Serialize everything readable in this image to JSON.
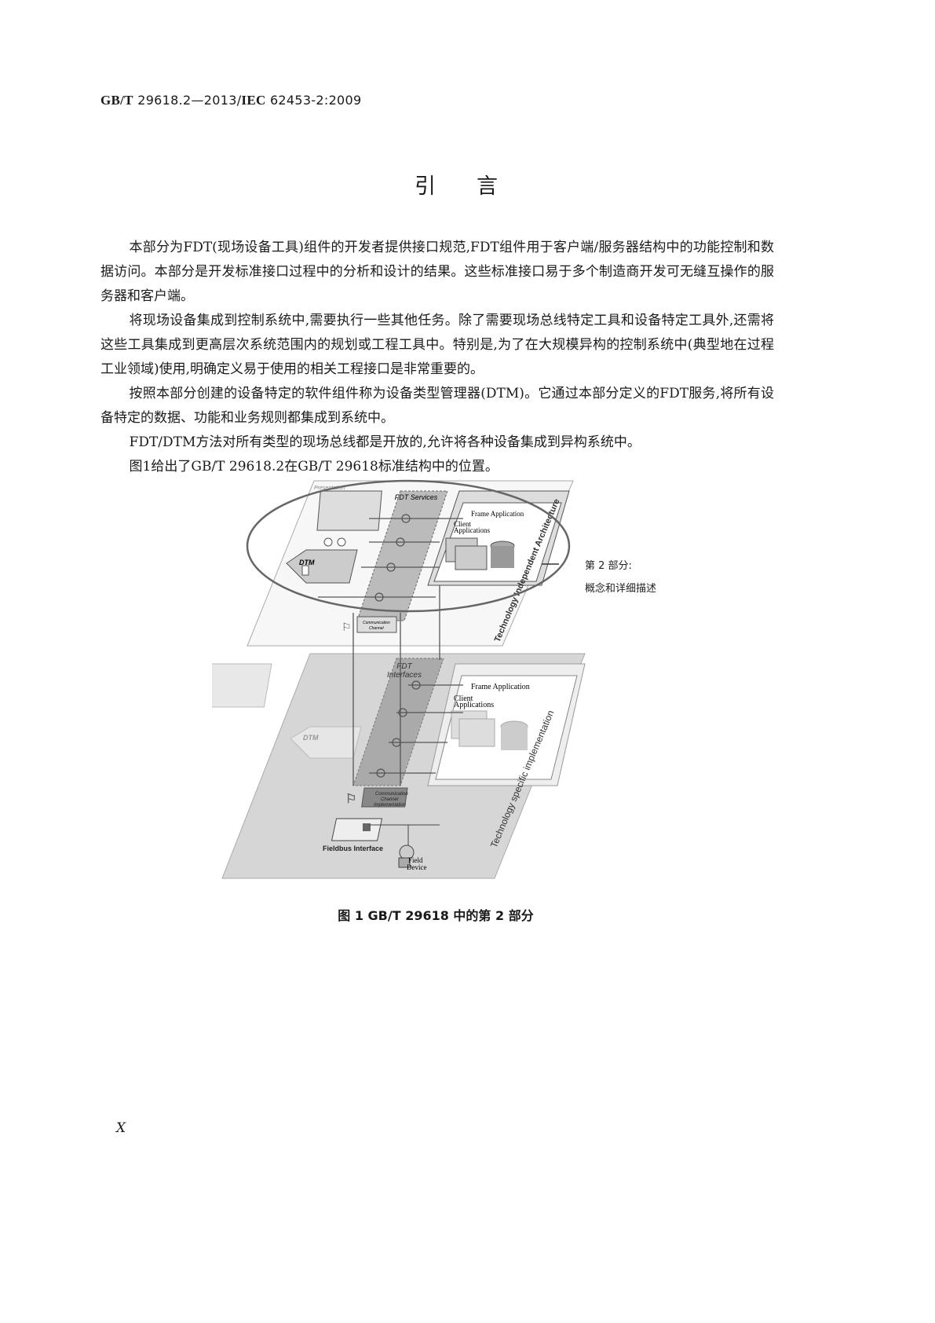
{
  "header": {
    "std_prefix": "GB/T",
    "std_number": "29618.2—2013/",
    "iec_prefix": "IEC",
    "iec_number": "62453-2:2009"
  },
  "title": "引言",
  "paragraphs": [
    "本部分为FDT(现场设备工具)组件的开发者提供接口规范,FDT组件用于客户端/服务器结构中的功能控制和数据访问。本部分是开发标准接口过程中的分析和设计的结果。这些标准接口易于多个制造商开发可无缝互操作的服务器和客户端。",
    "将现场设备集成到控制系统中,需要执行一些其他任务。除了需要现场总线特定工具和设备特定工具外,还需将这些工具集成到更高层次系统范围内的规划或工程工具中。特别是,为了在大规模异构的控制系统中(典型地在过程工业领域)使用,明确定义易于使用的相关工程接口是非常重要的。",
    "按照本部分创建的设备特定的软件组件称为设备类型管理器(DTM)。它通过本部分定义的FDT服务,将所有设备特定的数据、功能和业务规则都集成到系统中。",
    "FDT/DTM方法对所有类型的现场总线都是开放的,允许将各种设备集成到异构系统中。",
    "图1给出了GB/T 29618.2在GB/T 29618标准结构中的位置。"
  ],
  "figure": {
    "presentation": "Presentation",
    "fdt_services": "FDT Services",
    "frame_application": "Frame Application",
    "client_applications_1": "Client",
    "client_applications_2": "Applications",
    "dtm": "DTM",
    "comm_channel_1": "Communication",
    "comm_channel_2": "Channel",
    "tech_independent": "Technology Independent Architecture",
    "part_label": "第 2 部分:",
    "part_desc": "概念和详细描述",
    "fdt_interfaces_1": "FDT",
    "fdt_interfaces_2": "Interfaces",
    "comm_impl_1": "Communication",
    "comm_impl_2": "Channel",
    "comm_impl_3": "Implementation",
    "fieldbus_interface": "Fieldbus Interface",
    "field_device_1": "Field",
    "field_device_2": "Device",
    "tech_specific": "Technology specific implementation"
  },
  "caption": "图 1   GB/T 29618 中的第 2 部分",
  "page_number": "X"
}
